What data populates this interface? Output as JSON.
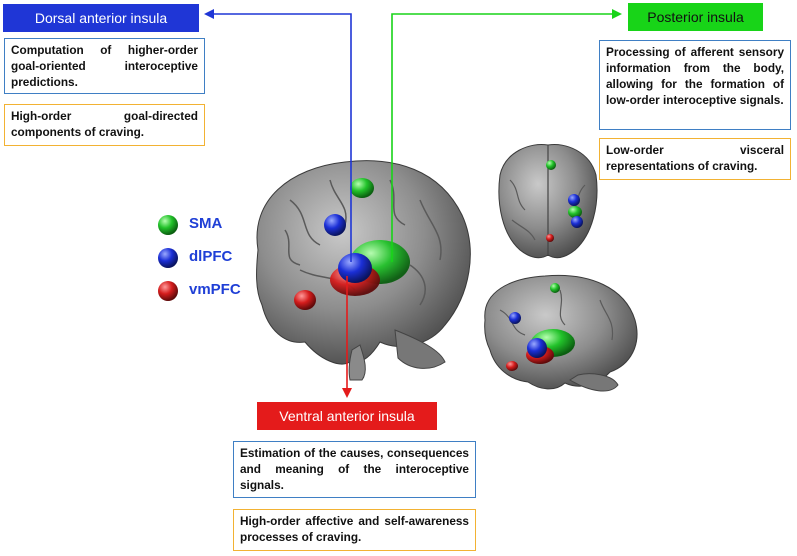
{
  "regions": {
    "dorsal": {
      "title": "Dorsal anterior insula",
      "title_color": "#1f36d6",
      "function": "Computation of higher-order goal-oriented interoceptive predictions.",
      "craving": "High-order goal-directed components of craving."
    },
    "posterior": {
      "title": "Posterior insula",
      "title_color": "#18d418",
      "function": "Processing of afferent sensory information from the body, allowing for the formation of low-order interoceptive signals.",
      "craving": "Low-order visceral representations of craving."
    },
    "ventral": {
      "title": "Ventral anterior insula",
      "title_color": "#e41b1b",
      "function": "Estimation of the causes, consequences and meaning of the interoceptive signals.",
      "craving": "High-order affective and self-awareness processes of craving."
    }
  },
  "legend": [
    {
      "label": "SMA",
      "color": "#1fbf2a",
      "icon": "green-sphere"
    },
    {
      "label": "dlPFC",
      "color": "#1f3fd6",
      "icon": "blue-sphere"
    },
    {
      "label": "vmPFC",
      "color": "#d42020",
      "icon": "red-sphere"
    }
  ],
  "colors": {
    "function_box_border": "#3f7fc4",
    "craving_box_border": "#f2b233",
    "brain": "#8a8a8a"
  }
}
